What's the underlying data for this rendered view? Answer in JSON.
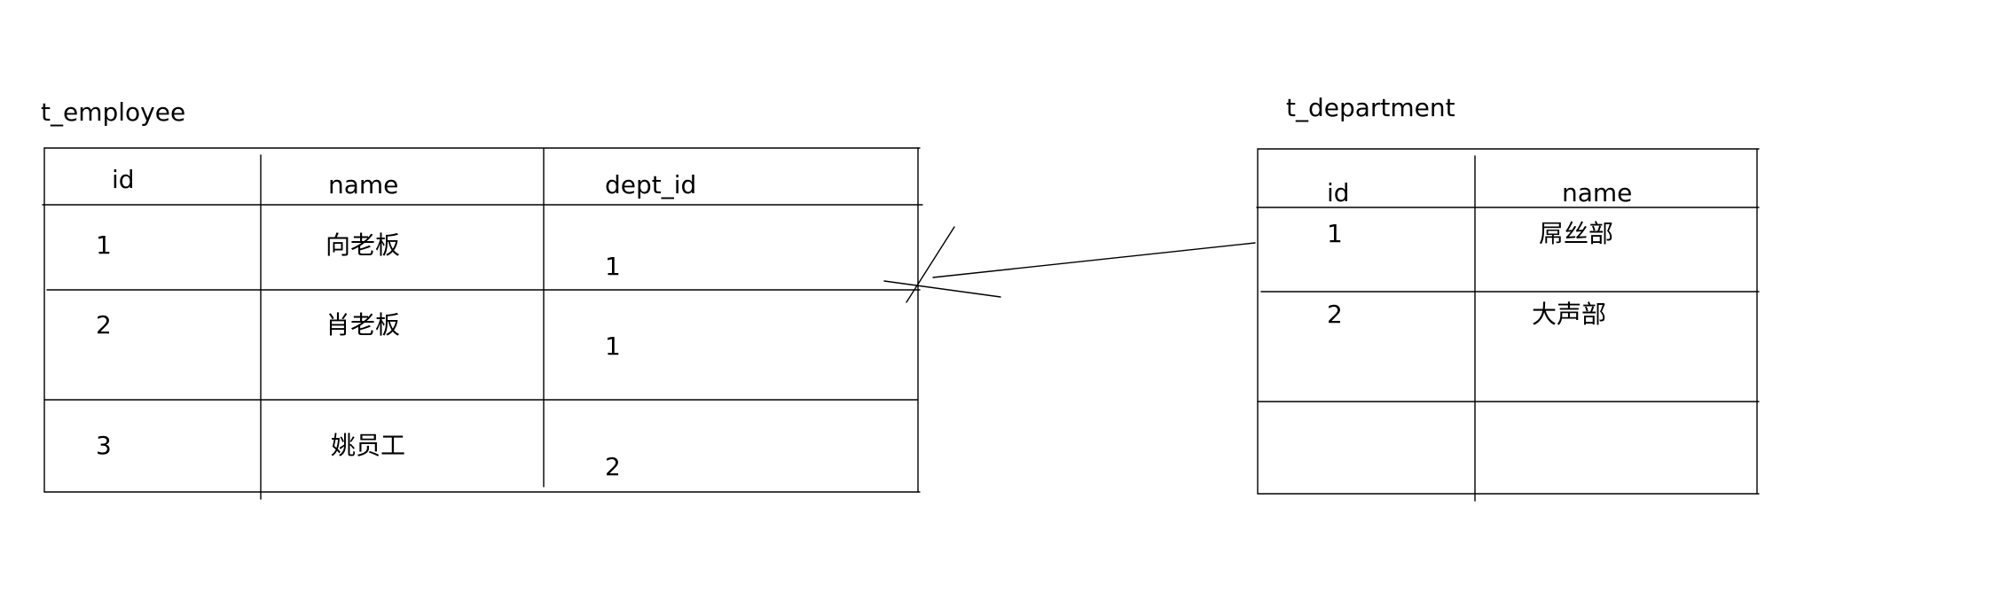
{
  "employee_table": {
    "title": "t_employee",
    "headers": [
      "id",
      "name",
      "dept_id"
    ],
    "rows": [
      [
        "1",
        "向老板",
        "1"
      ],
      [
        "2",
        "肖老板",
        "1"
      ],
      [
        "3",
        "姚员工",
        "2"
      ]
    ]
  },
  "department_table": {
    "title": "t_department",
    "headers": [
      "id",
      "name"
    ],
    "rows": [
      [
        "1",
        "屌丝部"
      ],
      [
        "2",
        "大声部"
      ],
      [
        "",
        ""
      ]
    ]
  },
  "relation": {
    "from": "t_employee.dept_id",
    "to": "t_department.id",
    "ends": [
      "many",
      "one"
    ]
  }
}
